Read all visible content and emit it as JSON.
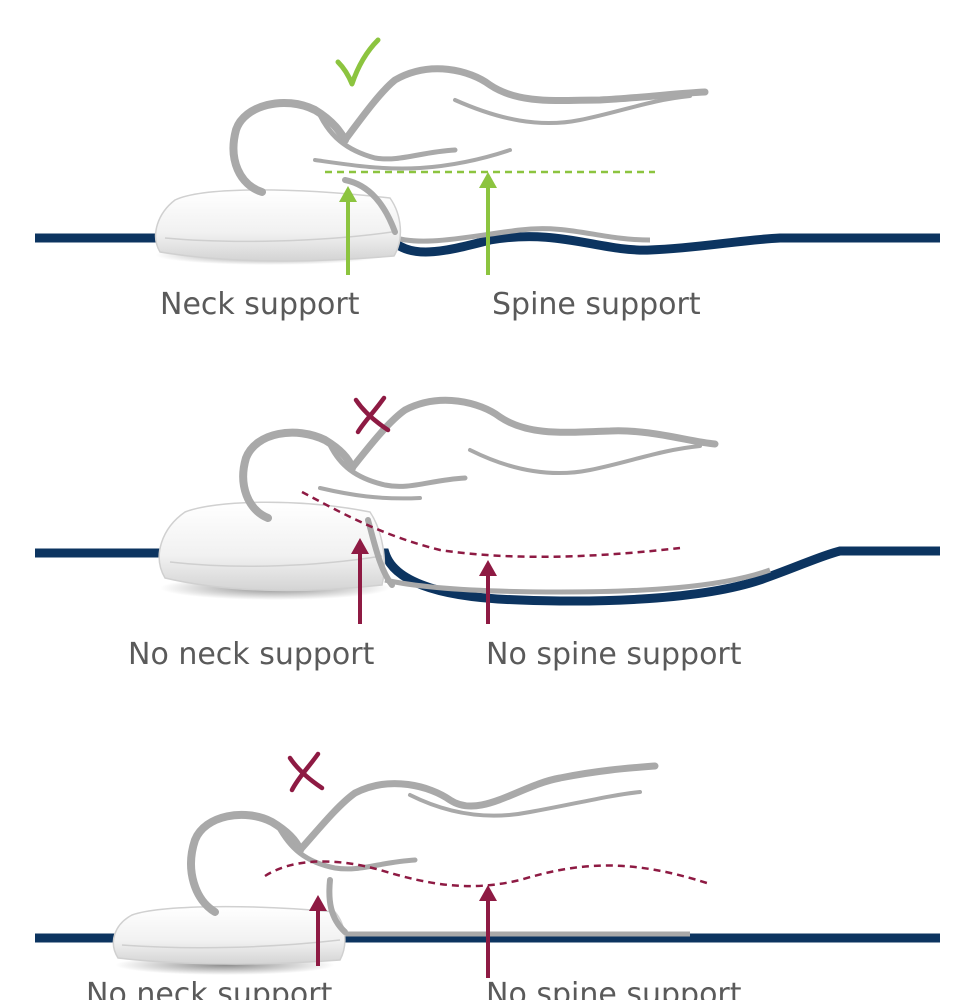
{
  "colors": {
    "mattress": "#0c3460",
    "body_outline": "#a9a9a9",
    "good": "#8cc43f",
    "bad": "#8e1a43",
    "caption_text": "#5a5a5a"
  },
  "panels": [
    {
      "status_icon": "checkmark-icon",
      "neck_label": "Neck support",
      "spine_label": "Spine support"
    },
    {
      "status_icon": "cross-icon",
      "neck_label": "No neck support",
      "spine_label": "No spine support"
    },
    {
      "status_icon": "cross-icon",
      "neck_label": "No neck support",
      "spine_label": "No spine support"
    }
  ]
}
